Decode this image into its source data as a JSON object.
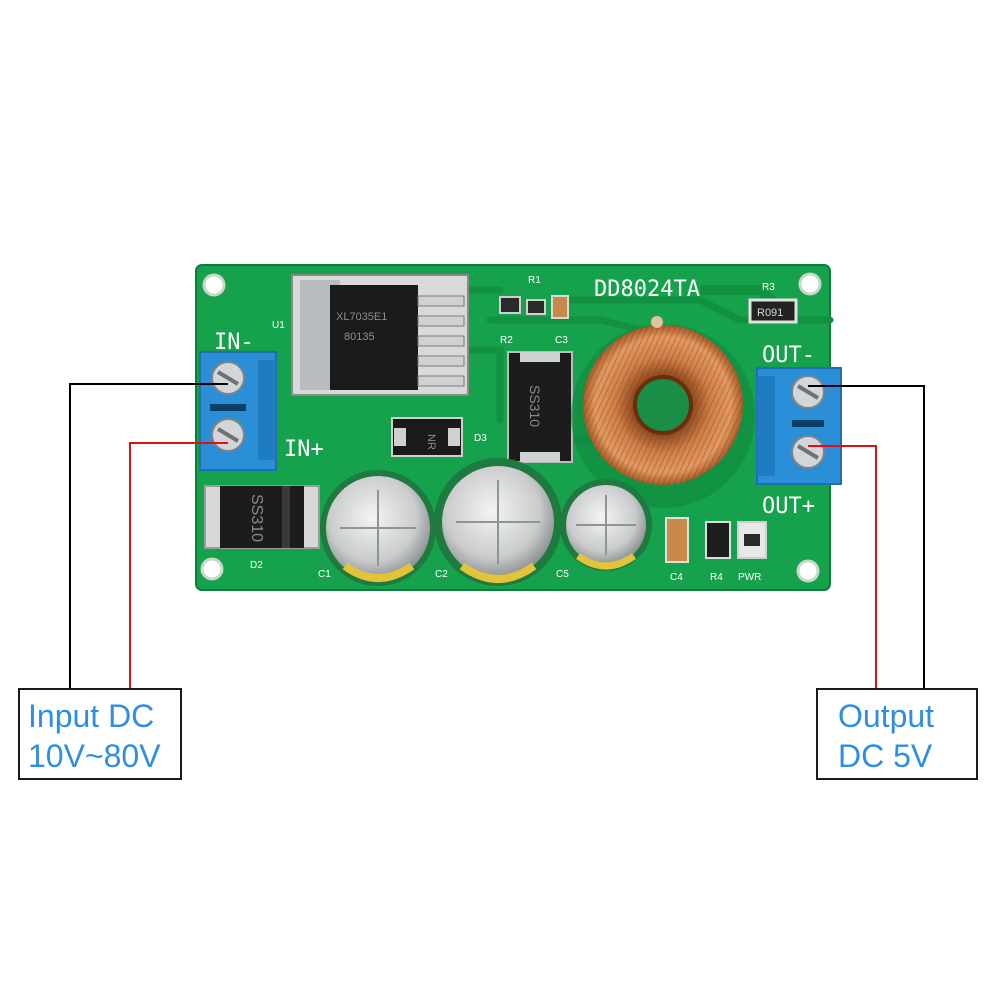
{
  "board": {
    "title": "DD8024TA",
    "in_minus": "IN-",
    "in_plus": "IN+",
    "out_minus": "OUT-",
    "out_plus": "OUT+",
    "u1": "U1",
    "u1_marking_1": "XL7035E1",
    "u1_marking_2": "80135",
    "r1": "R1",
    "r2": "R2",
    "r3": "R3",
    "r3_marking": "R091",
    "r4": "R4",
    "c1": "C1",
    "c2": "C2",
    "c3": "C3",
    "c4": "C4",
    "c5": "C5",
    "d2": "D2",
    "d3": "D3",
    "d2_marking": "SS310",
    "d1_marking": "SS310",
    "d3_marking": "NR",
    "pwr": "PWR"
  },
  "input_box": {
    "line1": "Input DC",
    "line2": "10V~80V"
  },
  "output_box": {
    "line1": "Output",
    "line2": "DC 5V"
  },
  "colors": {
    "pcb": "#16a14c",
    "terminal": "#2a8fd6",
    "wire_neg": "#000000",
    "wire_pos": "#e01010",
    "label_text": "#2f8ee0"
  }
}
